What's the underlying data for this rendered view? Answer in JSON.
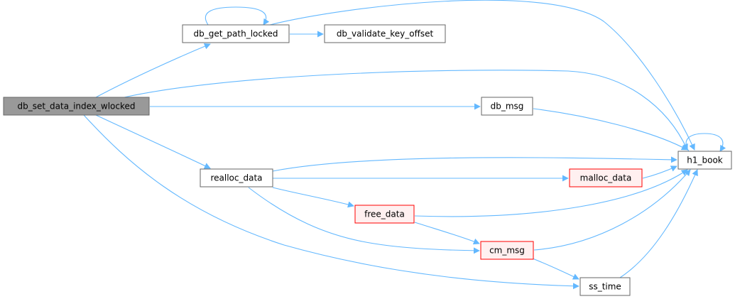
{
  "diagram": {
    "colors": {
      "edge": "#63b8ff",
      "root_fill": "#999999",
      "root_stroke": "#666666",
      "plain_fill": "#ffffff",
      "plain_stroke": "#666666",
      "highlight_fill": "#fff0f0",
      "highlight_stroke": "#ff0000"
    },
    "nodes": [
      {
        "id": "root",
        "label": "db_set_data_index_wlocked",
        "style": "root"
      },
      {
        "id": "gpl",
        "label": "db_get_path_locked",
        "style": "plain"
      },
      {
        "id": "vko",
        "label": "db_validate_key_offset",
        "style": "plain"
      },
      {
        "id": "msg",
        "label": "db_msg",
        "style": "plain"
      },
      {
        "id": "h1",
        "label": "h1_book",
        "style": "plain"
      },
      {
        "id": "realloc",
        "label": "realloc_data",
        "style": "plain"
      },
      {
        "id": "malloc",
        "label": "malloc_data",
        "style": "highlight"
      },
      {
        "id": "free",
        "label": "free_data",
        "style": "highlight"
      },
      {
        "id": "cm",
        "label": "cm_msg",
        "style": "highlight"
      },
      {
        "id": "ss",
        "label": "ss_time",
        "style": "plain"
      }
    ],
    "edges": [
      {
        "from": "root",
        "to": "gpl"
      },
      {
        "from": "gpl",
        "to": "gpl"
      },
      {
        "from": "gpl",
        "to": "vko"
      },
      {
        "from": "gpl",
        "to": "h1"
      },
      {
        "from": "root",
        "to": "h1"
      },
      {
        "from": "root",
        "to": "msg"
      },
      {
        "from": "msg",
        "to": "h1"
      },
      {
        "from": "h1",
        "to": "h1"
      },
      {
        "from": "root",
        "to": "realloc"
      },
      {
        "from": "realloc",
        "to": "h1"
      },
      {
        "from": "realloc",
        "to": "malloc"
      },
      {
        "from": "malloc",
        "to": "h1"
      },
      {
        "from": "realloc",
        "to": "free"
      },
      {
        "from": "free",
        "to": "h1"
      },
      {
        "from": "realloc",
        "to": "cm"
      },
      {
        "from": "free",
        "to": "cm"
      },
      {
        "from": "cm",
        "to": "h1"
      },
      {
        "from": "cm",
        "to": "ss"
      },
      {
        "from": "root",
        "to": "ss"
      },
      {
        "from": "ss",
        "to": "h1"
      }
    ]
  }
}
